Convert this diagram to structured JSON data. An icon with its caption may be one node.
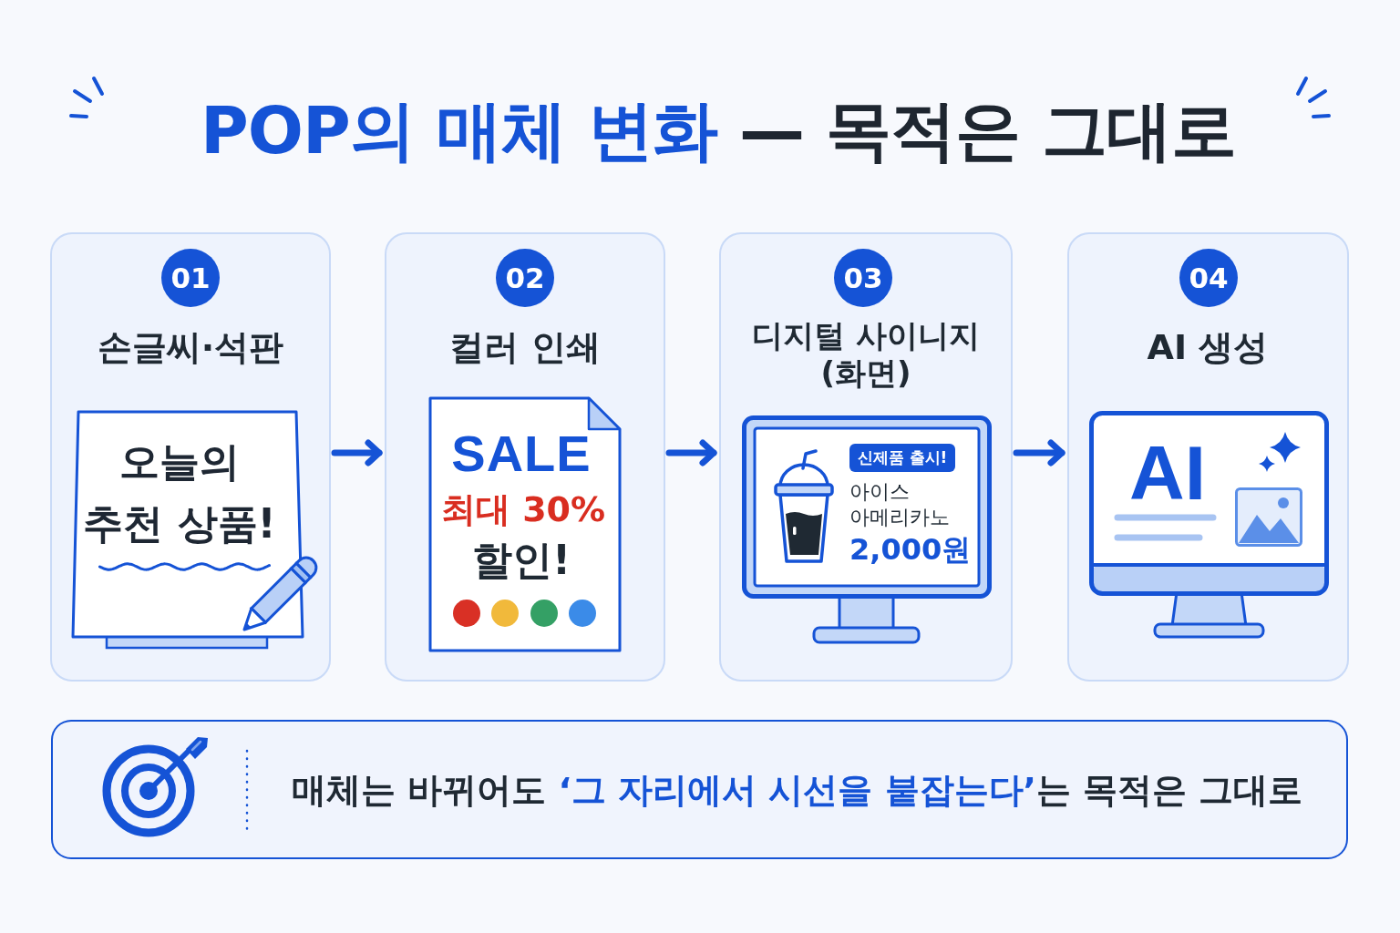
{
  "diagram": {
    "title": "**POP의 매체 변화** — 목적은 그대로",
    "nodes": [
      {
        "text": [
          "손글씨·석판"
        ]
      },
      {
        "text": [
          "01"
        ],
        "in": 0
      },
      {
        "text": [
          "오늘의 추천 상품!"
        ],
        "in": 0
      },
      {
        "text": [
          "컬러 인쇄"
        ]
      },
      {
        "text": [
          "02"
        ],
        "in": 3
      },
      {
        "text": [
          "SALE",
          "최대 30%",
          "할인!"
        ],
        "in": 3
      },
      {
        "text": [
          "디지털 사이니지 (화면)"
        ]
      },
      {
        "text": [
          "03"
        ],
        "in": 6
      },
      {
        "text": [
          "아이스 아메리카노",
          "2,000원"
        ],
        "in": 6
      },
      {
        "text": [
          "신제품 출시!"
        ],
        "in": 8
      },
      {
        "text": [
          "AI 생성"
        ]
      },
      {
        "text": [
          "04"
        ],
        "in": 10
      },
      {
        "text": [
          "AI"
        ],
        "in": 10
      },
      {
        "text": [
          "매체는 바뀌어도 **‘그 자리에서 시선을 붙잡는다’**는 목적은 그대로"
        ]
      }
    ],
    "edges": [
      {
        "from": 0,
        "to": 3,
        "arrow": "to"
      },
      {
        "from": 3,
        "to": 6,
        "arrow": "to"
      },
      {
        "from": 6,
        "to": 10,
        "arrow": "to"
      }
    ]
  }
}
